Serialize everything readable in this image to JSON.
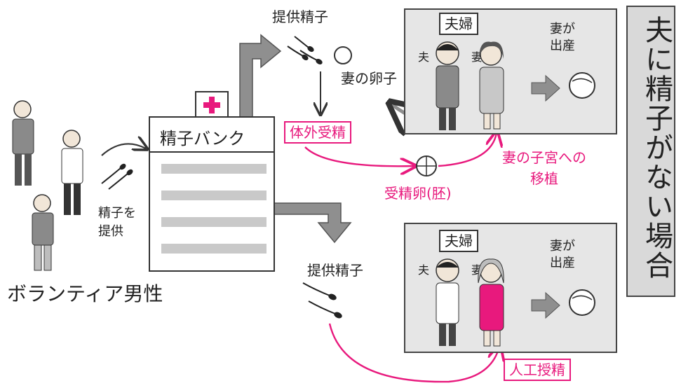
{
  "volunteers": {
    "label": "ボランティア男性",
    "donate_label": "精子を\n提供"
  },
  "bank": {
    "title": "精子バンク",
    "cross_icon": "red-cross-icon"
  },
  "top": {
    "sperm_label": "提供精子",
    "egg_label": "妻の卵子",
    "ivf_label": "体外受精",
    "embryo_label": "受精卵(胚)",
    "transfer_label": "妻の子宮への\n移植",
    "couple_label": "夫婦",
    "husband_label": "夫",
    "wife_label": "妻",
    "birth_label": "妻が\n出産"
  },
  "bottom": {
    "sperm_label": "提供精子",
    "ai_label": "人工授精",
    "couple_label": "夫婦",
    "husband_label": "夫",
    "wife_label": "妻",
    "birth_label": "妻が\n出産"
  },
  "side_title": "夫に精子がない場合",
  "colors": {
    "accent": "#e8197d",
    "panel": "#e6e6e6",
    "arrow_gray": "#8f8f8f"
  }
}
